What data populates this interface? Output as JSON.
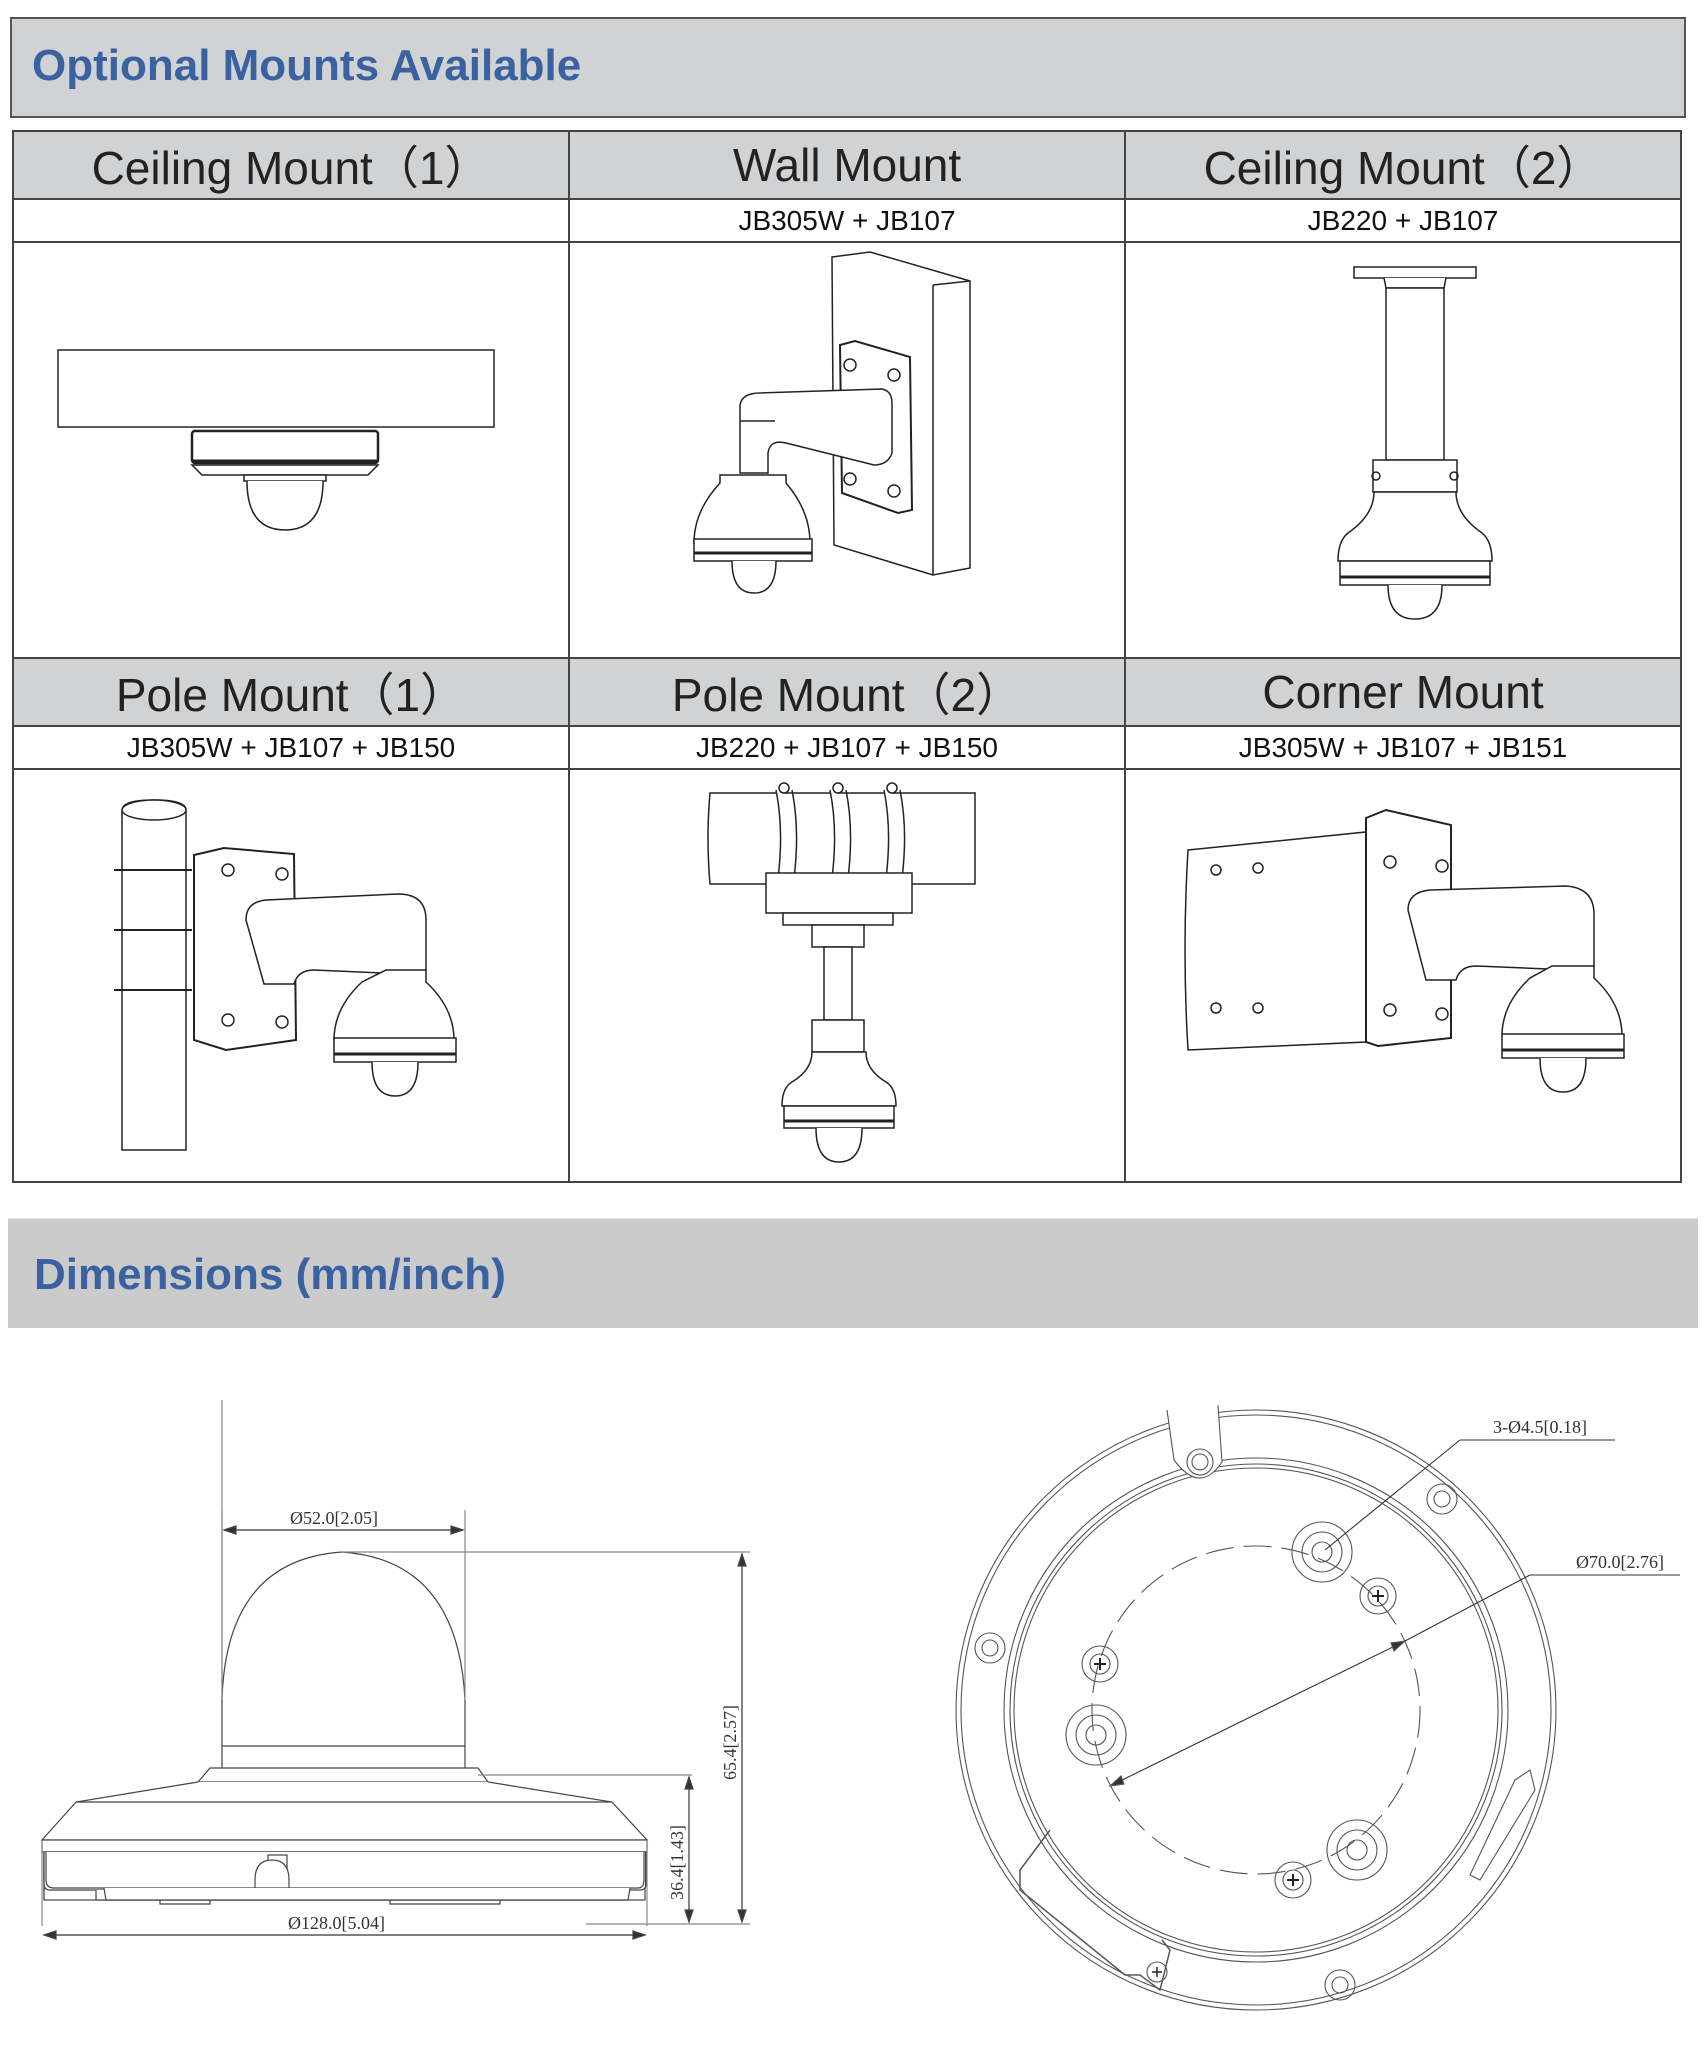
{
  "sections": {
    "optional_mounts": {
      "title": "Optional Mounts Available"
    },
    "dimensions": {
      "title": "Dimensions (mm/inch)"
    }
  },
  "mounts": [
    {
      "name": "Ceiling Mount（1）",
      "models": "",
      "icon": "ceiling-mount-1-illustration"
    },
    {
      "name": "Wall Mount",
      "models": "JB305W + JB107",
      "icon": "wall-mount-illustration"
    },
    {
      "name": "Ceiling Mount（2）",
      "models": "JB220 + JB107",
      "icon": "ceiling-mount-2-illustration"
    },
    {
      "name": "Pole Mount（1）",
      "models": "JB305W + JB107 + JB150",
      "icon": "pole-mount-1-illustration"
    },
    {
      "name": "Pole Mount（2）",
      "models": "JB220 + JB107 + JB150",
      "icon": "pole-mount-2-illustration"
    },
    {
      "name": "Corner Mount",
      "models": "JB305W + JB107 + JB151",
      "icon": "corner-mount-illustration"
    }
  ],
  "dimensions": {
    "side_view": {
      "dome_diameter": "Ø52.0[2.05]",
      "base_diameter": "Ø128.0[5.04]",
      "body_height": "36.4[1.43]",
      "total_height": "65.4[2.57]"
    },
    "bottom_view": {
      "holes": "3-Ø4.5[0.18]",
      "hole_circle_diameter": "Ø70.0[2.76]"
    }
  },
  "colors": {
    "title_blue": "#3a62a0",
    "header_gray": "#d1d2d4",
    "dims_bar_gray": "#cbcbcb",
    "border": "#444444"
  }
}
